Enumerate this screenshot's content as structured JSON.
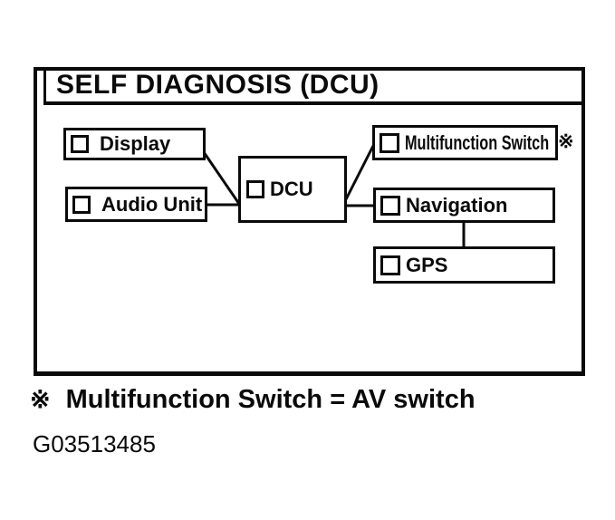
{
  "colors": {
    "ink": "#0a0a0a",
    "paper": "#ffffff"
  },
  "diagram": {
    "title": "SELF DIAGNOSIS (DCU)",
    "nodes": {
      "display": {
        "label": "Display"
      },
      "audio_unit": {
        "label": "Audio Unit"
      },
      "dcu": {
        "label": "DCU"
      },
      "multifunction_switch": {
        "label": "Multifunction Switch",
        "footnote_mark": "※"
      },
      "navigation": {
        "label": "Navigation"
      },
      "gps": {
        "label": "GPS"
      }
    },
    "edges": [
      {
        "from": "Display",
        "to": "DCU"
      },
      {
        "from": "Audio Unit",
        "to": "DCU"
      },
      {
        "from": "DCU",
        "to": "Multifunction Switch"
      },
      {
        "from": "DCU",
        "to": "Navigation"
      },
      {
        "from": "Navigation",
        "to": "GPS"
      }
    ]
  },
  "footnote": {
    "symbol": "※",
    "text": "Multifunction Switch = AV switch"
  },
  "figure_id": "G03513485"
}
